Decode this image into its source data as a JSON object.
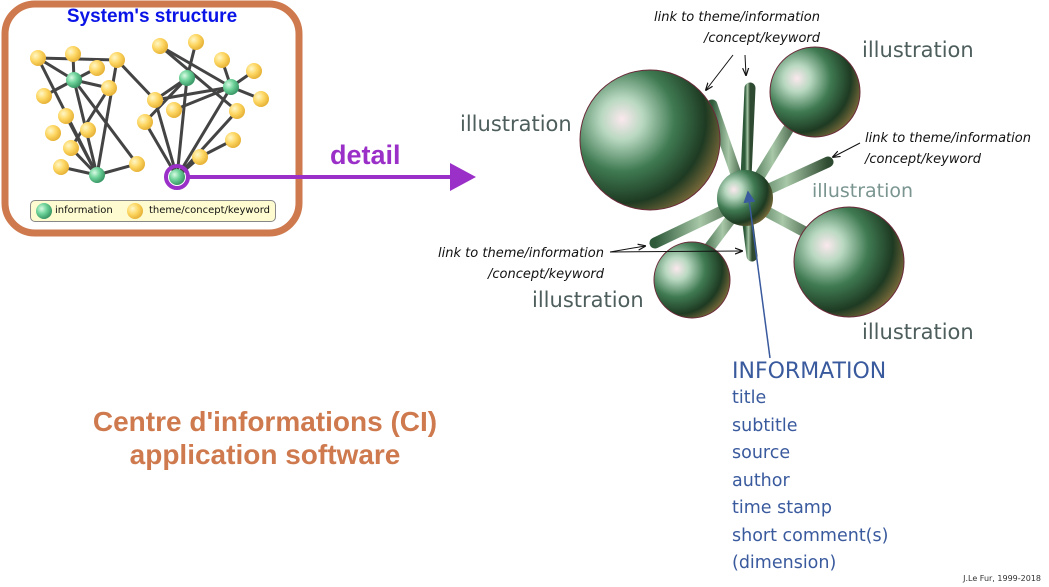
{
  "structure": {
    "title": "System's structure",
    "legend": {
      "information": "information",
      "theme": "theme/concept/keyword"
    }
  },
  "detail_label": "detail",
  "illustrations": [
    "illustration",
    "illustration",
    "illustration",
    "illustration",
    "illustration"
  ],
  "links": {
    "top": [
      "link to theme/information",
      "/concept/keyword"
    ],
    "right": [
      "link to theme/information",
      "/concept/keyword"
    ],
    "left": [
      "link to theme/information",
      "/concept/keyword"
    ]
  },
  "information": {
    "title": "INFORMATION",
    "fields": [
      "title",
      "subtitle",
      "source",
      "author",
      "time stamp",
      "short comment(s)",
      "(dimension)"
    ]
  },
  "caption": [
    "Centre d'informations (CI)",
    "application software"
  ],
  "credit": "J.Le Fur, 1999-2018",
  "colors": {
    "frame": "#cf7a4e",
    "title": "#0a14e6",
    "detail": "#9b30c8",
    "info": "#3a5a9e"
  }
}
